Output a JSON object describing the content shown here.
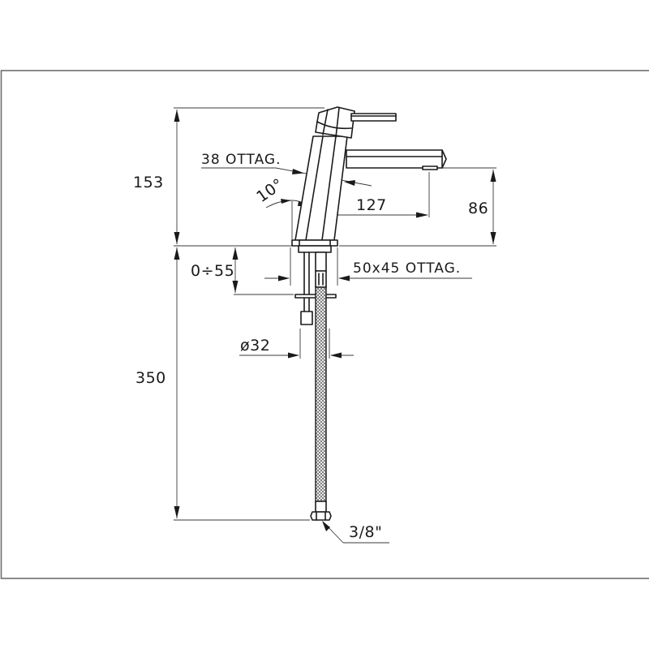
{
  "drawing": {
    "subject": "single-lever basin mixer tap, side elevation",
    "frame_color": "#6e6e6e",
    "line_color": "#1a1a1a",
    "dimensions": {
      "total_height_above_deck": "153",
      "spout_height": "86",
      "spout_reach": "127",
      "body_tilt_angle": "10°",
      "body_section": "38 OTTAG.",
      "base_section": "50x45 OTTAG.",
      "deck_thickness_range": "0÷55",
      "deck_hole_diameter": "ø32",
      "flex_hose_length": "350",
      "hose_connection_thread": "3/8\""
    }
  }
}
